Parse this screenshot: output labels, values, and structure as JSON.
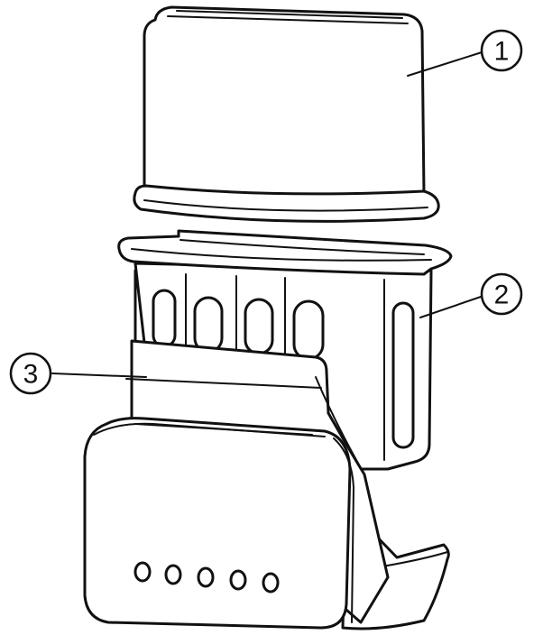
{
  "callouts": [
    {
      "number": "1",
      "part": "lid"
    },
    {
      "number": "2",
      "part": "basket"
    },
    {
      "number": "3",
      "part": "base"
    }
  ],
  "indicator_lights": 5,
  "colors": {
    "line": "#111111",
    "background": "#ffffff"
  }
}
